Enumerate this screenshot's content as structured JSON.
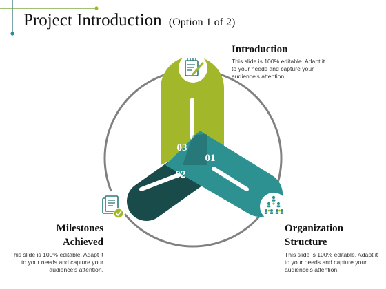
{
  "header": {
    "title": "Project Introduction",
    "subtitle": "(Option 1 of 2)"
  },
  "colors": {
    "green": "#a3b72a",
    "teal": "#2e9191",
    "dark_teal": "#1a4b4b",
    "ring": "#808080",
    "accent_line": "#6a9c27"
  },
  "diagram": {
    "numbers": [
      "01",
      "02",
      "03"
    ]
  },
  "sections": {
    "introduction": {
      "heading": "Introduction",
      "text": [
        "This slide is 100% editable. Adapt it",
        "to your needs and capture your",
        "audience's attention."
      ],
      "icon": "notepad-pen-icon"
    },
    "milestones": {
      "heading_lines": [
        "Milestones",
        "Achieved"
      ],
      "text": [
        "This slide is 100% editable. Adapt it",
        "to your needs and capture your",
        "audience's attention."
      ],
      "icon": "document-check-icon"
    },
    "organization": {
      "heading_lines": [
        "Organization",
        "Structure"
      ],
      "text": [
        "This slide is 100% editable. Adapt it",
        "to your needs and capture your",
        "audience's attention."
      ],
      "icon": "org-chart-icon"
    }
  }
}
